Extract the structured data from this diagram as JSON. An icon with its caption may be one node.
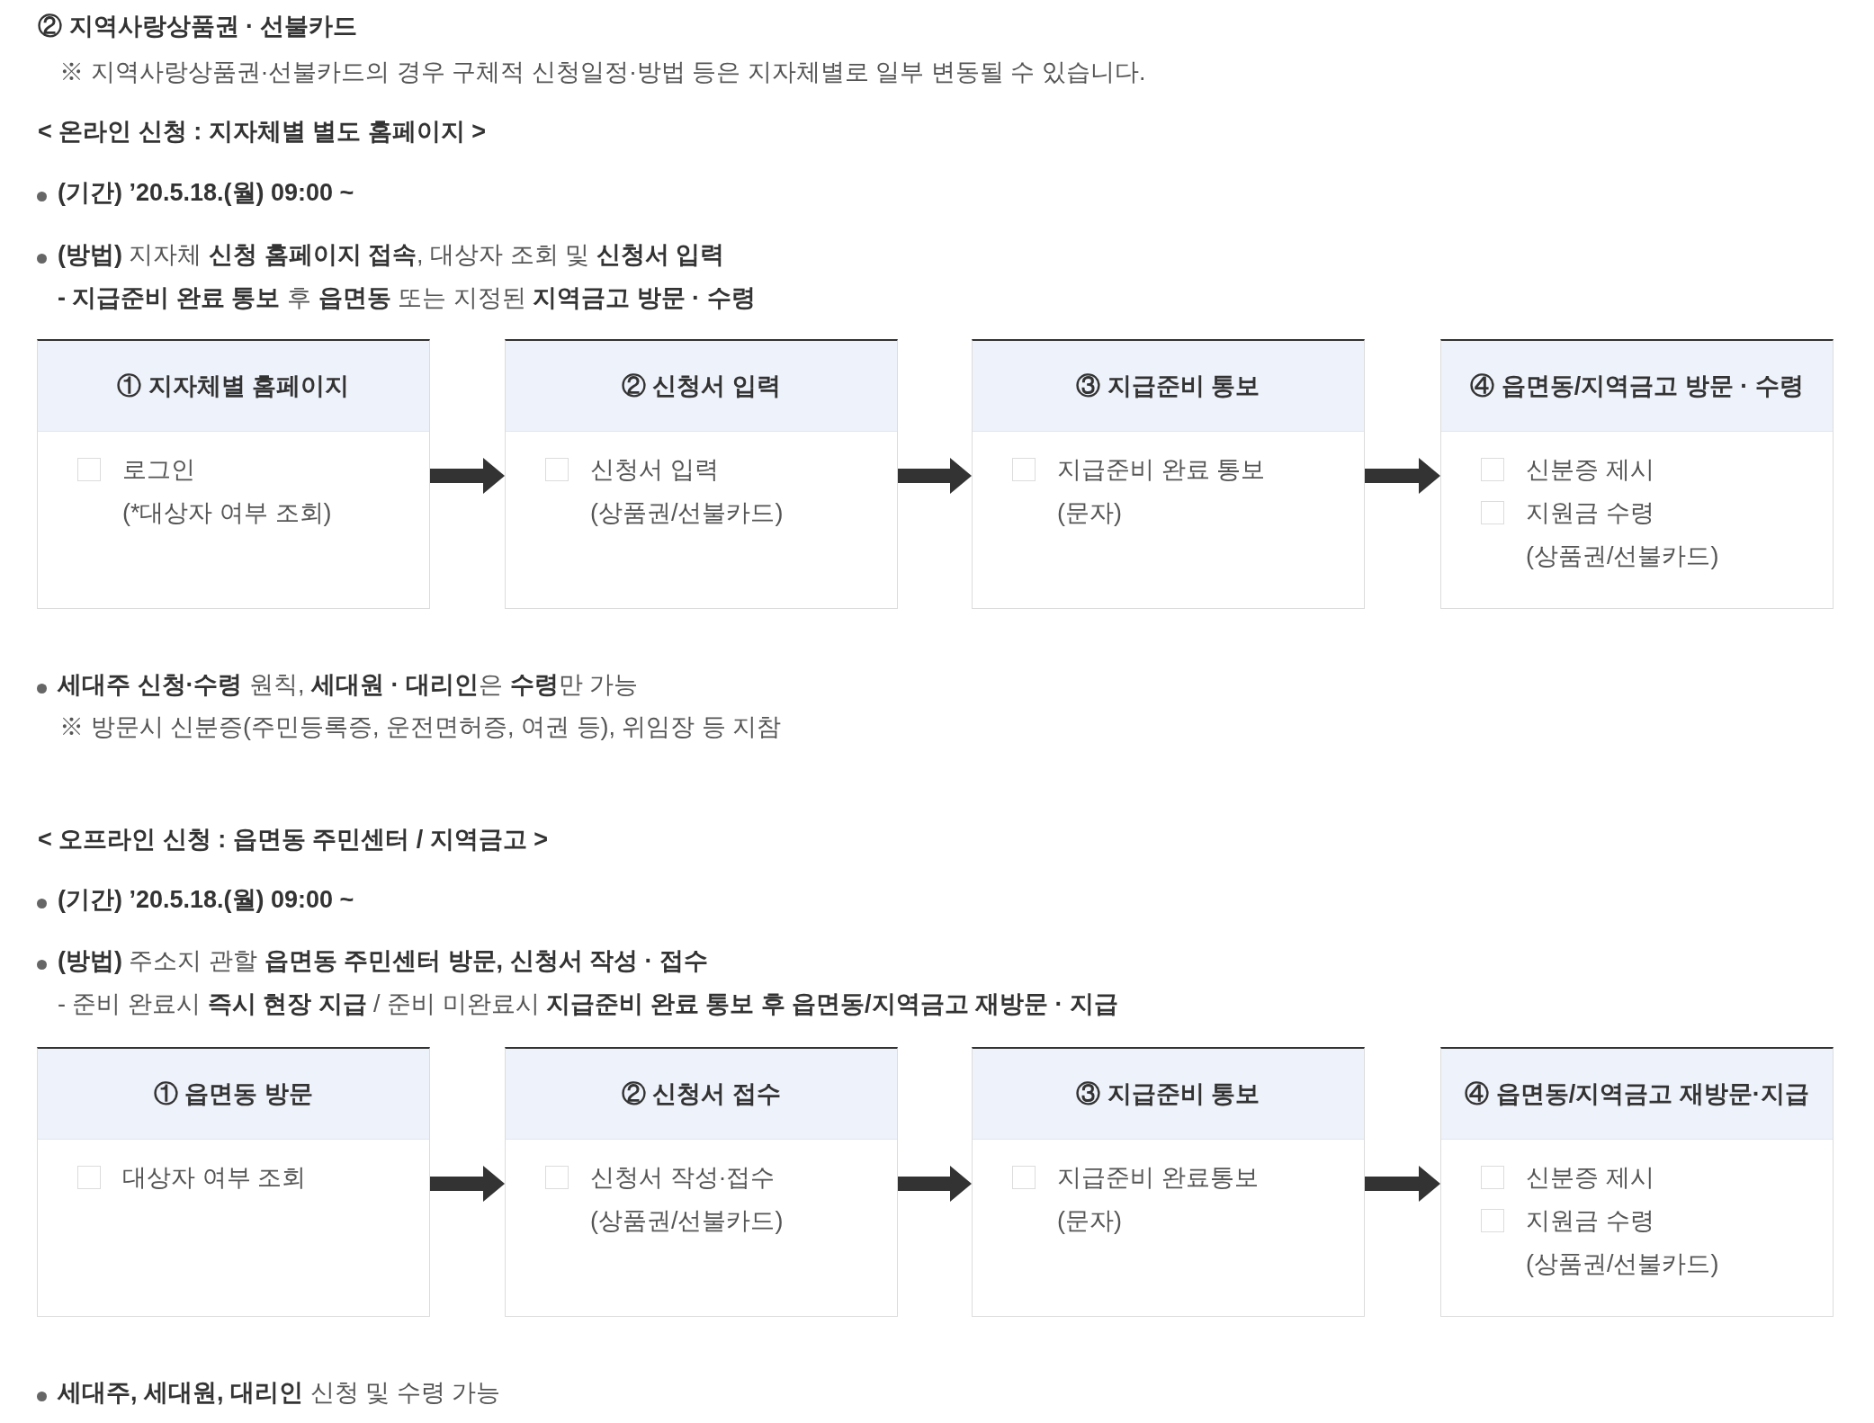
{
  "diagram": {
    "title": "② 지역사랑상품권 · 선불카드",
    "nodes": [
      {
        "text": [
          "① 지자체별 홈페이지",
          "로그인",
          "(*대상자 여부 조회)"
        ]
      },
      {
        "text": [
          "② 신청서 입력",
          "신청서 입력",
          "(상품권/선불카드)"
        ]
      },
      {
        "text": [
          "③ 지급준비 통보",
          "지급준비 완료 통보",
          "(문자)"
        ]
      },
      {
        "text": [
          "④ 읍면동/지역금고 방문 · 수령",
          "신분증 제시",
          "지원금 수령",
          "(상품권/선불카드)"
        ]
      },
      {
        "text": [
          "① 읍면동 방문",
          "대상자 여부 조회"
        ]
      },
      {
        "text": [
          "② 신청서 접수",
          "신청서 작성·접수",
          "(상품권/선불카드)"
        ]
      },
      {
        "text": [
          "③ 지급준비 통보",
          "지급준비 완료통보",
          "(문자)"
        ]
      },
      {
        "text": [
          "④ 읍면동/지역금고 재방문·지급",
          "신분증 제시",
          "지원금 수령",
          "(상품권/선불카드)"
        ]
      }
    ],
    "edges": [
      {
        "from": 0,
        "to": 1,
        "arrow": "to"
      },
      {
        "from": 1,
        "to": 2,
        "arrow": "to"
      },
      {
        "from": 2,
        "to": 3,
        "arrow": "to"
      },
      {
        "from": 4,
        "to": 5,
        "arrow": "to"
      },
      {
        "from": 5,
        "to": 6,
        "arrow": "to"
      },
      {
        "from": 6,
        "to": 7,
        "arrow": "to"
      }
    ],
    "labels": [
      "※ 지역사랑상품권·선불카드의 경우 구체적 신청일정·방법 등은 지자체별로 일부 변동될 수 있습니다.",
      "< 온라인 신청 : 지자체별 별도 홈페이지 >",
      "(기간) ’20.5.18.(월) 09:00 ~",
      "**(방법)** 지자체 **신청 홈페이지 접속**, 대상자 조회 및 **신청서 입력**",
      "**- 지급준비 완료 통보** 후 **읍면동** 또는 지정된 **지역금고 방문 · 수령**",
      "**세대주 신청·수령** 원칙, **세대원 · 대리인**은 **수령**만 가능",
      "※ 방문시 신분증(주민등록증, 운전면허증, 여권 등), 위임장 등 지참",
      "< 오프라인 신청 : 읍면동 주민센터 / 지역금고 >",
      "(기간) ’20.5.18.(월) 09:00 ~",
      "**(방법)** 주소지 관할 **읍면동 주민센터 방문, 신청서 작성 · 접수**",
      "- 준비 완료시 **즉시 현장 지급** / 준비 미완료시 **지급준비 완료 통보 후 읍면동/지역금고 재방문 · 지급**",
      "**세대주, 세대원, 대리인** 신청 및 수령 가능"
    ]
  }
}
